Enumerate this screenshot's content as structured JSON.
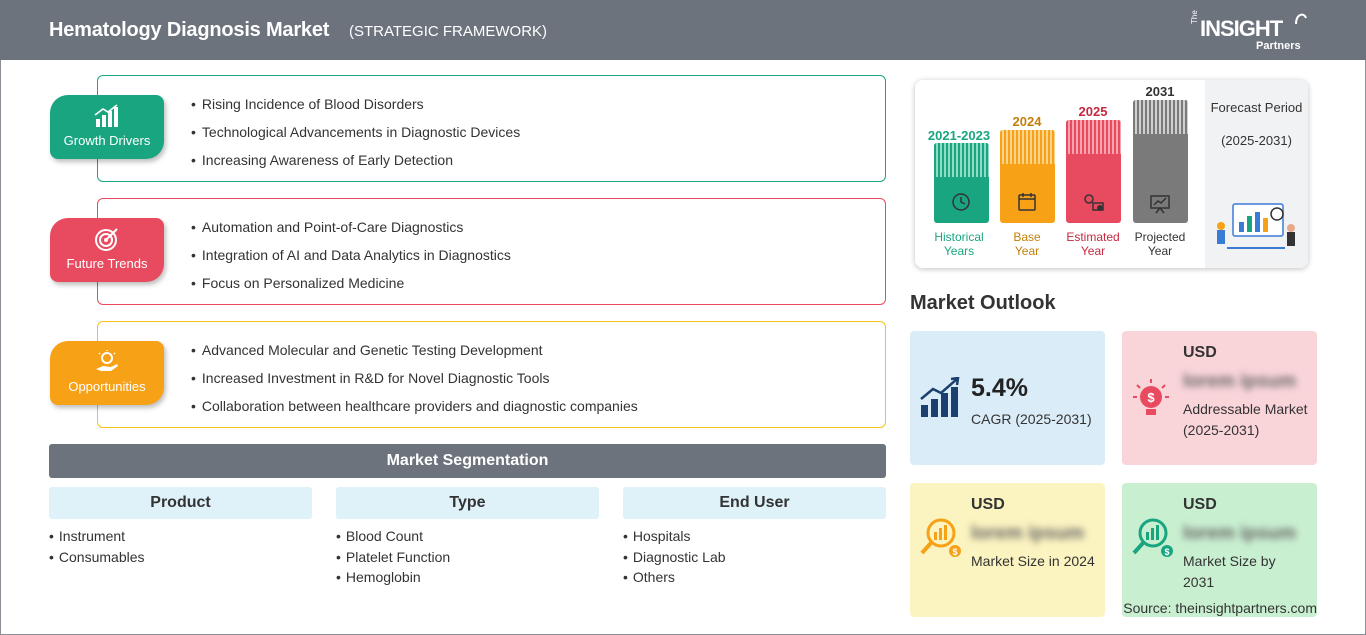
{
  "header": {
    "title": "Hematology Diagnosis Market",
    "subtitle": "(STRATEGIC FRAMEWORK)",
    "logo_the": "The",
    "logo_main": "INSIGHT",
    "logo_sub": "Partners"
  },
  "framework": [
    {
      "label": "Growth Drivers",
      "color": "#1aa581",
      "items": [
        "Rising Incidence of Blood Disorders",
        "Technological Advancements in Diagnostic Devices",
        "Increasing Awareness of Early Detection"
      ]
    },
    {
      "label": "Future Trends",
      "color": "#e84a5f",
      "items": [
        "Automation and Point-of-Care Diagnostics",
        "Integration of AI and Data Analytics in Diagnostics",
        "Focus on Personalized Medicine"
      ]
    },
    {
      "label": "Opportunities",
      "color": "#f6a116",
      "items": [
        "Advanced Molecular and Genetic Testing Development",
        "Increased Investment in R&D for Novel Diagnostic Tools",
        "Collaboration between healthcare providers and diagnostic companies"
      ]
    }
  ],
  "segmentation": {
    "title": "Market Segmentation",
    "columns": [
      {
        "head": "Product",
        "items": [
          "Instrument",
          "Consumables"
        ]
      },
      {
        "head": "Type",
        "items": [
          "Blood Count",
          "Platelet Function",
          "Hemoglobin"
        ]
      },
      {
        "head": "End User",
        "items": [
          "Hospitals",
          "Diagnostic Lab",
          "Others"
        ]
      }
    ]
  },
  "timeline": {
    "periods": [
      {
        "year": "2021-2023",
        "label_1": "Historical",
        "label_2": "Years",
        "color": "#1aa581"
      },
      {
        "year": "2024",
        "label_1": "Base",
        "label_2": "Year",
        "color": "#f6a116"
      },
      {
        "year": "2025",
        "label_1": "Estimated",
        "label_2": "Year",
        "color": "#e84a5f"
      },
      {
        "year": "2031",
        "label_1": "Projected",
        "label_2": "Year",
        "color": "#7a7a7a"
      }
    ],
    "forecast_label": "Forecast Period",
    "forecast_range": "(2025-2031)"
  },
  "outlook": {
    "title": "Market Outlook",
    "cagr": {
      "value": "5.4%",
      "label": "CAGR (2025-2031)",
      "bg": "#d9ecf7"
    },
    "addressable": {
      "currency": "USD",
      "value": "lorem ipsum",
      "label": "Addressable Market (2025-2031)",
      "bg": "#f9d5da"
    },
    "size_2024": {
      "currency": "USD",
      "value": "lorem ipsum",
      "label": "Market Size in 2024",
      "bg": "#fbf3c0"
    },
    "size_2031": {
      "currency": "USD",
      "value": "lorem ipsum",
      "label": "Market Size by 2031",
      "bg": "#c9efd1"
    }
  },
  "source": "Source: theinsightpartners.com"
}
